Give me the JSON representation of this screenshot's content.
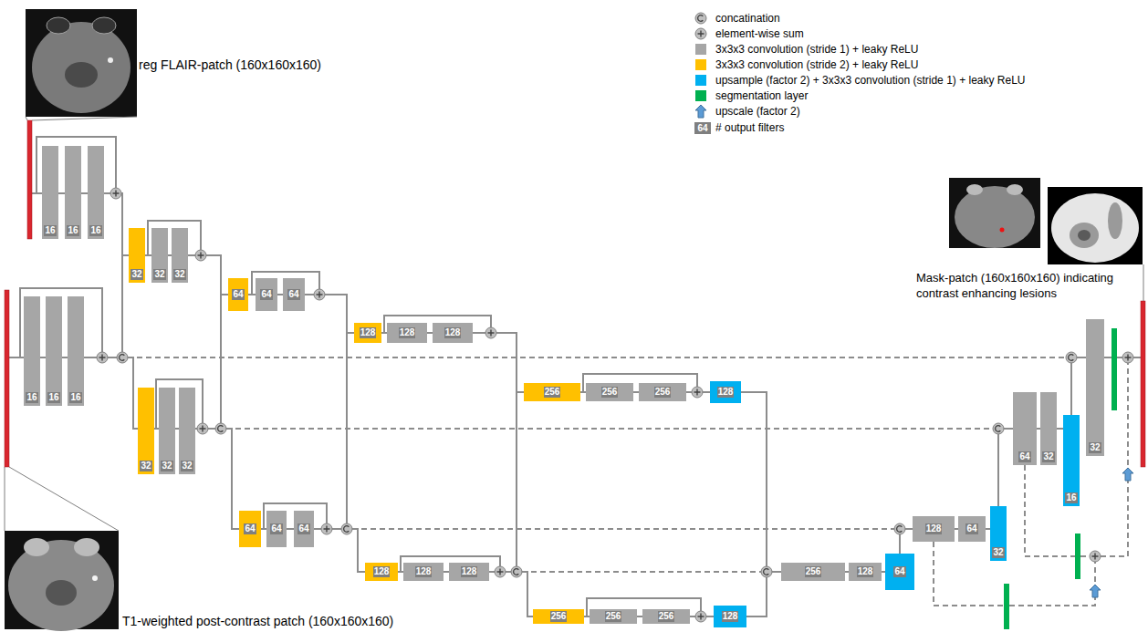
{
  "diagram": {
    "nodes": [
      {
        "text": [
          "16"
        ]
      },
      {
        "text": [
          "16"
        ]
      },
      {
        "text": [
          "16"
        ]
      },
      {
        "text": [
          "32"
        ]
      },
      {
        "text": [
          "32"
        ]
      },
      {
        "text": [
          "32"
        ]
      },
      {
        "text": [
          "64"
        ]
      },
      {
        "text": [
          "64"
        ]
      },
      {
        "text": [
          "64"
        ]
      },
      {
        "text": [
          "128"
        ]
      },
      {
        "text": [
          "128"
        ]
      },
      {
        "text": [
          "128"
        ]
      },
      {
        "text": [
          "256"
        ]
      },
      {
        "text": [
          "256"
        ]
      },
      {
        "text": [
          "256"
        ]
      },
      {
        "text": [
          "128"
        ]
      },
      {
        "text": [
          "16"
        ]
      },
      {
        "text": [
          "16"
        ]
      },
      {
        "text": [
          "16"
        ]
      },
      {
        "text": [
          "32"
        ]
      },
      {
        "text": [
          "32"
        ]
      },
      {
        "text": [
          "32"
        ]
      },
      {
        "text": [
          "64"
        ]
      },
      {
        "text": [
          "64"
        ]
      },
      {
        "text": [
          "64"
        ]
      },
      {
        "text": [
          "128"
        ]
      },
      {
        "text": [
          "128"
        ]
      },
      {
        "text": [
          "128"
        ]
      },
      {
        "text": [
          "256"
        ]
      },
      {
        "text": [
          "256"
        ]
      },
      {
        "text": [
          "256"
        ]
      },
      {
        "text": [
          "128"
        ]
      },
      {
        "text": [
          "256"
        ]
      },
      {
        "text": [
          "128"
        ]
      },
      {
        "text": [
          "64"
        ]
      },
      {
        "text": [
          "128"
        ]
      },
      {
        "text": [
          "64"
        ]
      },
      {
        "text": [
          "32"
        ]
      },
      {
        "text": [
          "64"
        ]
      },
      {
        "text": [
          "32"
        ]
      },
      {
        "text": [
          "16"
        ]
      },
      {
        "text": [
          "32"
        ]
      }
    ],
    "edges": [
      {
        "from": 0,
        "to": 1,
        "arrow": "none"
      },
      {
        "from": 1,
        "to": 2,
        "arrow": "none"
      },
      {
        "from": 2,
        "to": 3,
        "arrow": "none"
      },
      {
        "from": 3,
        "to": 4,
        "arrow": "none"
      },
      {
        "from": 4,
        "to": 5,
        "arrow": "none"
      },
      {
        "from": 5,
        "to": 6,
        "arrow": "none"
      },
      {
        "from": 6,
        "to": 7,
        "arrow": "none"
      },
      {
        "from": 7,
        "to": 8,
        "arrow": "none"
      },
      {
        "from": 8,
        "to": 9,
        "arrow": "none"
      },
      {
        "from": 9,
        "to": 10,
        "arrow": "none"
      },
      {
        "from": 10,
        "to": 11,
        "arrow": "none"
      },
      {
        "from": 11,
        "to": 12,
        "arrow": "none"
      },
      {
        "from": 12,
        "to": 13,
        "arrow": "none"
      },
      {
        "from": 13,
        "to": 14,
        "arrow": "none"
      },
      {
        "from": 14,
        "to": 15,
        "arrow": "none"
      },
      {
        "from": 16,
        "to": 17,
        "arrow": "none"
      },
      {
        "from": 17,
        "to": 18,
        "arrow": "none"
      },
      {
        "from": 18,
        "to": 19,
        "arrow": "none"
      },
      {
        "from": 19,
        "to": 20,
        "arrow": "none"
      },
      {
        "from": 20,
        "to": 21,
        "arrow": "none"
      },
      {
        "from": 21,
        "to": 22,
        "arrow": "none"
      },
      {
        "from": 22,
        "to": 23,
        "arrow": "none"
      },
      {
        "from": 23,
        "to": 24,
        "arrow": "none"
      },
      {
        "from": 24,
        "to": 25,
        "arrow": "none"
      },
      {
        "from": 25,
        "to": 26,
        "arrow": "none"
      },
      {
        "from": 26,
        "to": 27,
        "arrow": "none"
      },
      {
        "from": 27,
        "to": 28,
        "arrow": "none"
      },
      {
        "from": 28,
        "to": 29,
        "arrow": "none"
      },
      {
        "from": 29,
        "to": 30,
        "arrow": "none"
      },
      {
        "from": 30,
        "to": 31,
        "arrow": "none"
      },
      {
        "from": 15,
        "to": 32,
        "arrow": "none"
      },
      {
        "from": 31,
        "to": 32,
        "arrow": "none"
      },
      {
        "from": 32,
        "to": 33,
        "arrow": "none"
      },
      {
        "from": 33,
        "to": 34,
        "arrow": "none"
      },
      {
        "from": 34,
        "to": 35,
        "arrow": "none"
      },
      {
        "from": 35,
        "to": 36,
        "arrow": "none"
      },
      {
        "from": 36,
        "to": 37,
        "arrow": "none"
      },
      {
        "from": 37,
        "to": 38,
        "arrow": "none"
      },
      {
        "from": 38,
        "to": 39,
        "arrow": "none"
      },
      {
        "from": 39,
        "to": 40,
        "arrow": "none"
      },
      {
        "from": 40,
        "to": 41,
        "arrow": "none"
      }
    ],
    "labels": [
      "reg FLAIR-patch (160x160x160)",
      "T1-weighted post-contrast patch (160x160x160)",
      "Mask-patch (160x160x160) indicating contrast enhancing lesions",
      "64"
    ],
    "legend": [
      {
        "text": "concatination"
      },
      {
        "text": "element-wise sum"
      },
      {
        "text": "3x3x3 convolution (stride 1) + leaky ReLU",
        "color": "#a6a6a6"
      },
      {
        "text": "3x3x3 convolution (stride 2) + leaky ReLU",
        "color": "#ffc000"
      },
      {
        "text": "upsample (factor 2) + 3x3x3 convolution (stride 1) + leaky ReLU",
        "color": "#00b0f0"
      },
      {
        "text": "segmentation layer",
        "color": "#00b050"
      },
      {
        "text": "upscale (factor 2)"
      },
      {
        "text": "# output filters",
        "color": "#7f7f7f"
      }
    ]
  }
}
